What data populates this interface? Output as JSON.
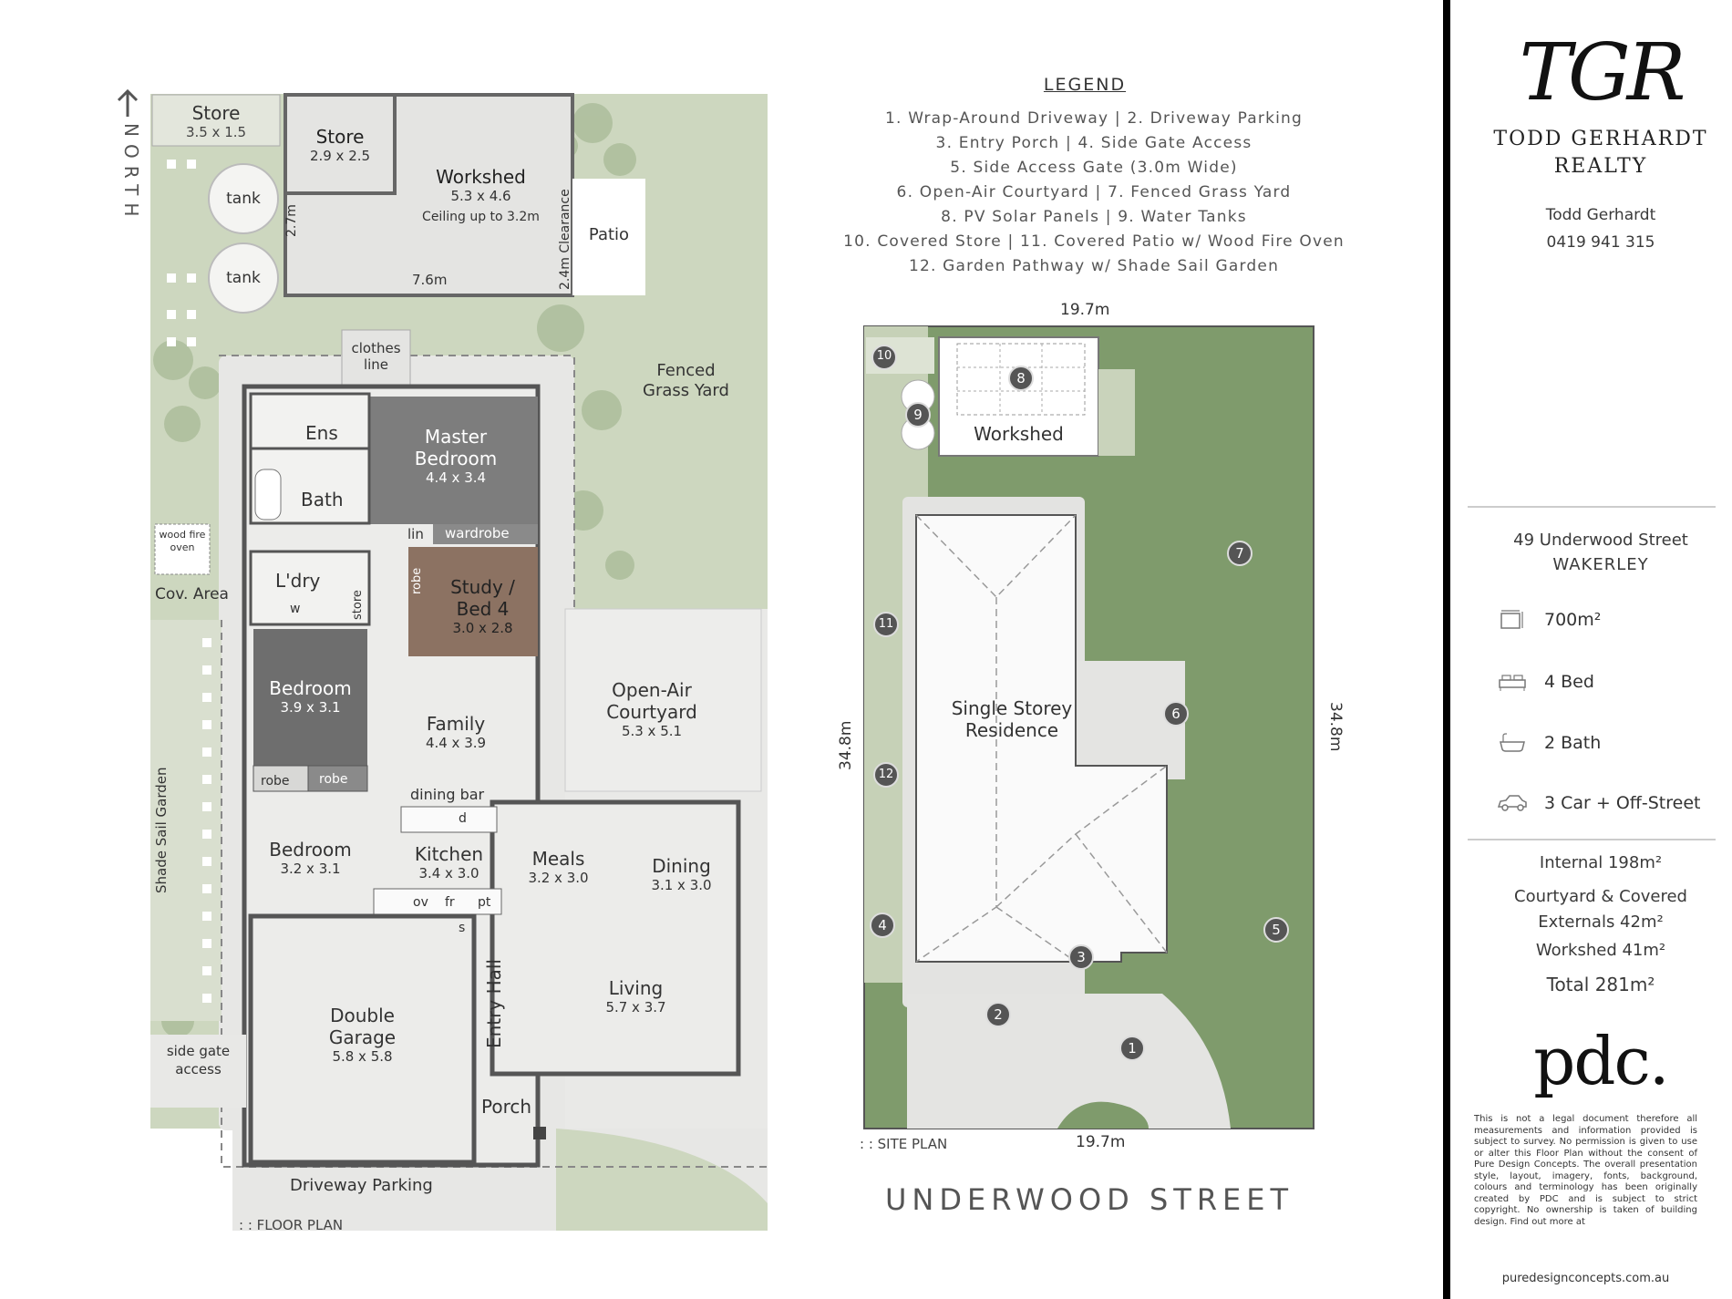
{
  "floor_plan": {
    "north": "NORTH",
    "caption": ": : FLOOR PLAN",
    "rooms": [
      {
        "name": "Store",
        "dims": "3.5 x 1.5"
      },
      {
        "name": "Store",
        "dims": "2.9 x 2.5"
      },
      {
        "name": "Workshed",
        "dims": "5.3 x 4.6",
        "note": "Ceiling up to 3.2m"
      },
      {
        "name": "Patio"
      },
      {
        "name": "Master Bedroom",
        "dims": "4.4 x 3.4"
      },
      {
        "name": "Ens"
      },
      {
        "name": "Bath"
      },
      {
        "name": "L'dry"
      },
      {
        "name": "Study / Bed 4",
        "dims": "3.0 x 2.8"
      },
      {
        "name": "Bedroom",
        "dims": "3.9 x 3.1"
      },
      {
        "name": "Family",
        "dims": "4.4 x 3.9"
      },
      {
        "name": "Open-Air Courtyard",
        "dims": "5.3 x 5.1"
      },
      {
        "name": "Bedroom",
        "dims": "3.2 x 3.1"
      },
      {
        "name": "Kitchen",
        "dims": "3.4 x 3.0"
      },
      {
        "name": "Meals",
        "dims": "3.2 x 3.0"
      },
      {
        "name": "Dining",
        "dims": "3.1 x 3.0"
      },
      {
        "name": "Living",
        "dims": "5.7 x 3.7"
      },
      {
        "name": "Double Garage",
        "dims": "5.8 x 5.8"
      }
    ],
    "labels": {
      "tank": "tank",
      "dim_27": "2.7m",
      "dim_76": "7.6m",
      "clearance": "2.4m Clearance",
      "clothes_line": "clothes line",
      "fenced_grass": "Fenced Grass Yard",
      "wood_fire_oven": "wood fire oven",
      "cov_area": "Cov. Area",
      "lin": "lin",
      "wardrobe": "wardrobe",
      "robe": "robe",
      "store": "store",
      "w": "w",
      "dining_bar": "dining bar",
      "d": "d",
      "ov": "ov",
      "fr": "fr",
      "pt": "pt",
      "s": "s",
      "entry_hall": "Entry Hall",
      "porch": "Porch",
      "shade_sail": "Shade Sail Garden",
      "side_gate": "side gate access",
      "driveway": "Driveway Parking"
    }
  },
  "legend": {
    "title": "LEGEND",
    "lines": [
      "1. Wrap-Around Driveway  |  2. Driveway Parking",
      "3. Entry Porch  |  4. Side Gate Access",
      "5. Side Access Gate (3.0m Wide)",
      "6. Open-Air Courtyard  |  7. Fenced Grass Yard",
      "8. PV Solar Panels  |  9. Water Tanks",
      "10. Covered Store  |  11. Covered Patio w/ Wood Fire Oven",
      "12. Garden Pathway w/ Shade Sail Garden"
    ]
  },
  "site_plan": {
    "caption": ": : SITE PLAN",
    "width_top": "19.7m",
    "width_bottom": "19.7m",
    "depth_left": "34.8m",
    "depth_right": "34.8m",
    "workshed": "Workshed",
    "residence": "Single Storey Residence",
    "street": "UNDERWOOD STREET",
    "markers": [
      "1",
      "2",
      "3",
      "4",
      "5",
      "6",
      "7",
      "8",
      "9",
      "10",
      "11",
      "12"
    ]
  },
  "sidebar": {
    "logo_mark": "TGR",
    "brand_line1": "TODD GERHARDT",
    "brand_line2": "REALTY",
    "agent_name": "Todd Gerhardt",
    "agent_phone": "0419 941 315",
    "address_line1": "49 Underwood Street",
    "address_line2": "WAKERLEY",
    "features": [
      {
        "icon": "land-size-icon",
        "label": "700m²"
      },
      {
        "icon": "bed-icon",
        "label": "4 Bed"
      },
      {
        "icon": "bath-icon",
        "label": "2 Bath"
      },
      {
        "icon": "car-icon",
        "label": "3 Car + Off-Street"
      }
    ],
    "area_internal": "Internal 198m²",
    "area_courtyard": "Courtyard & Covered Externals 42m²",
    "area_workshed": "Workshed 41m²",
    "area_total": "Total 281m²",
    "pdc_logo": "pdc.",
    "disclaimer": "This is not a legal document therefore all measurements and information provided is subject to survey. No permission is given to use or alter this Floor Plan without the consent of Pure Design Concepts. The overall presentation style, layout, imagery, fonts, background, colours and terminology has been originally created by PDC and is subject to strict copyright. No ownership is taken of building design. Find out more at",
    "website": "puredesignconcepts.com.au"
  },
  "colors": {
    "grass": "#c9d4bb",
    "tree": "#a9b99a",
    "paving": "#e8e8e6",
    "room_floor": "#ececea",
    "wall": "#5b5b5b",
    "dark_room": "#6e6e6e",
    "master_bedroom": "#7d7d7d",
    "study": "#8a7062",
    "site_yard": "#7e9a6a",
    "sidebar_border": "#000000"
  }
}
